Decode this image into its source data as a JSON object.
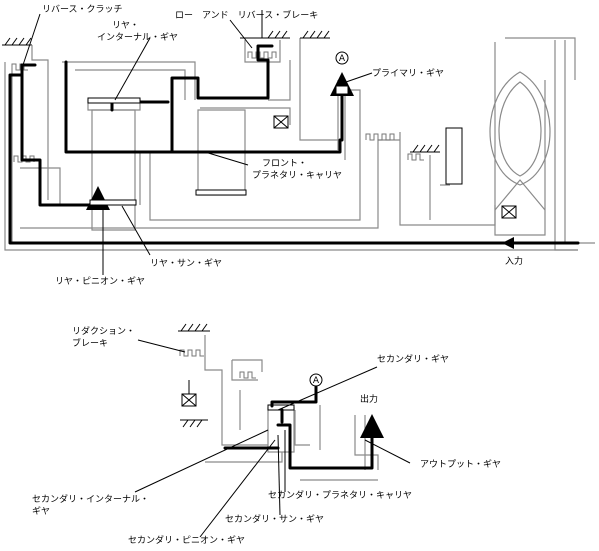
{
  "labels": {
    "reverse_clutch": "リバース・クラッチ",
    "low_reverse_brake": "ロー　アンド　リバース・ブレーキ",
    "rear_internal_gear_1": "リヤ・",
    "rear_internal_gear_2": "インターナル・ギヤ",
    "primary_gear": "プライマリ・ギヤ",
    "marker_a": "A",
    "front_planetary_carrier_1": "フロント・",
    "front_planetary_carrier_2": "プラネタリ・キャリヤ",
    "rear_sun_gear": "リヤ・サン・ギヤ",
    "rear_pinion_gear": "リヤ・ピニオン・ギヤ",
    "input": "入力",
    "reduction_brake_1": "リダクション・",
    "reduction_brake_2": "ブレーキ",
    "secondary_gear": "セカンダリ・ギヤ",
    "output": "出力",
    "output_gear": "アウトプット・ギヤ",
    "secondary_internal_gear_1": "セカンダリ・インターナル・",
    "secondary_internal_gear_2": "ギヤ",
    "secondary_planetary_carrier": "セカンダリ・プラネタリ・キャリヤ",
    "secondary_sun_gear": "セカンダリ・サン・ギヤ",
    "secondary_pinion_gear": "セカンダリ・ピニオン・ギヤ"
  }
}
